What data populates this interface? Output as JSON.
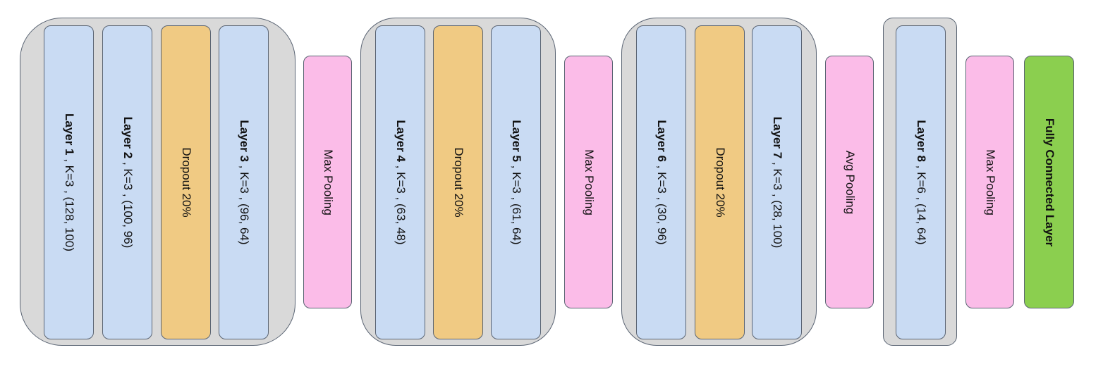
{
  "blocks": {
    "layer1": {
      "name": "Layer 1",
      "detail": " , K=3 , (128, 100)"
    },
    "layer2": {
      "name": "Layer 2",
      "detail": " , K=3 , (100, 96)"
    },
    "dropout1": {
      "label": "Dropout 20%"
    },
    "layer3": {
      "name": "Layer 3",
      "detail": " , K=3 , (96, 64)"
    },
    "pool1": {
      "label": "Max Pooling"
    },
    "layer4": {
      "name": "Layer 4",
      "detail": " , K=3 , (63, 48)"
    },
    "dropout2": {
      "label": "Dropout 20%"
    },
    "layer5": {
      "name": "Layer 5",
      "detail": " , K=3 , (61, 64)"
    },
    "pool2": {
      "label": "Max Pooling"
    },
    "layer6": {
      "name": "Layer 6",
      "detail": " , K=3 , (30, 96)"
    },
    "dropout3": {
      "label": "Dropout 20%"
    },
    "layer7": {
      "name": "Layer 7",
      "detail": " , K=3 , (28, 100)"
    },
    "pool3": {
      "label": "Avg Pooling"
    },
    "layer8": {
      "name": "Layer 8",
      "detail": " , K=6 , (14, 64)"
    },
    "pool4": {
      "label": "Max Pooling"
    },
    "fc": {
      "label": "Fully Connected Layer"
    }
  },
  "colors": {
    "layer": "#c9dbf3",
    "dropout": "#f0ca83",
    "pooling": "#fbbce8",
    "fully_connected": "#8bcf4f",
    "group": "#d9d9d9",
    "border": "#5a6473"
  }
}
